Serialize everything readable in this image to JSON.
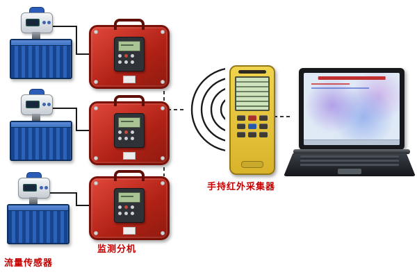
{
  "labels": {
    "flow_sensor": "流量传感器",
    "monitor_unit": "监测分机",
    "handheld_collector": "手持红外采集器"
  },
  "colors": {
    "label_red": "#c40000",
    "monitor_box_red": "#b02115",
    "tank_blue": "#2a63be",
    "handheld_yellow": "#e6c53a",
    "lcd_green": "#b7cf9e",
    "laptop_dark": "#16181c"
  },
  "devices": {
    "flow_sensor_count": 3,
    "monitor_unit_count": 3,
    "wireless_arc_count": 4
  }
}
